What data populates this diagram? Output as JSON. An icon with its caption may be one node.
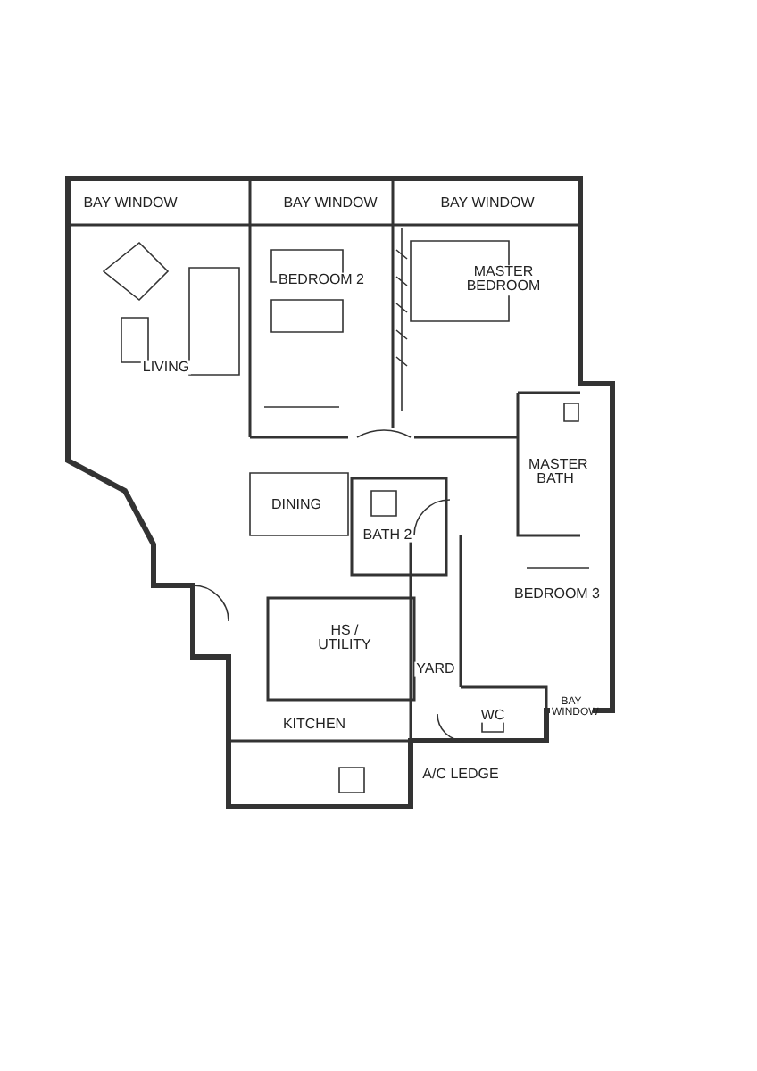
{
  "diagram": {
    "labels": [
      "BAY WINDOW",
      "BAY WINDOW",
      "BAY WINDOW",
      "BEDROOM 2",
      "MASTER BEDROOM",
      "LIVING",
      "DINING",
      "BATH 2",
      "MASTER BATH",
      "BEDROOM 3",
      "HS / UTILITY",
      "YARD",
      "KITCHEN",
      "WC",
      "BAY WINDOW",
      "A/C LEDGE"
    ]
  }
}
